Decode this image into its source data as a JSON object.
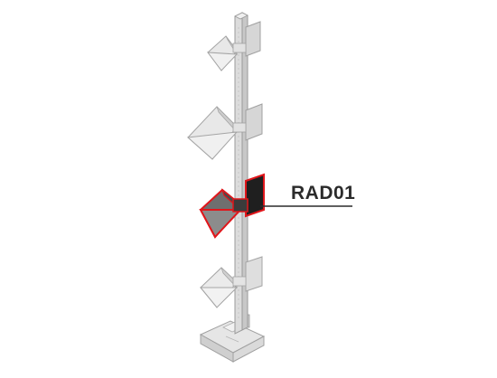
{
  "diagram": {
    "callout": {
      "label": "RAD01"
    },
    "colors": {
      "highlight": "#e0161b",
      "highlight_dark": "#1f1f1f",
      "faded_gray": "#d4d4d4",
      "outline": "#9a9a9a",
      "callout_line": "#2b2b2b"
    },
    "components": [
      {
        "name": "antenna-horn-top",
        "state": "faded"
      },
      {
        "name": "antenna-horn-upper",
        "state": "faded"
      },
      {
        "name": "antenna-horn-rad01",
        "state": "highlighted"
      },
      {
        "name": "antenna-horn-lower",
        "state": "faded"
      },
      {
        "name": "mast-pole",
        "state": "faded"
      },
      {
        "name": "mast-base",
        "state": "faded"
      }
    ]
  }
}
